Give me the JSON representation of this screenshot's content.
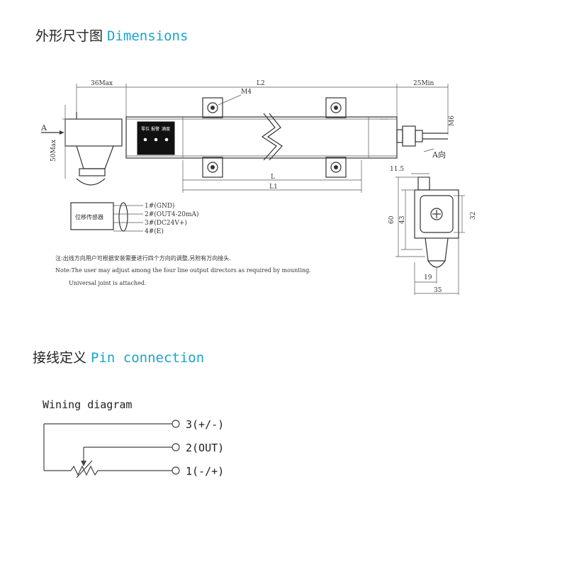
{
  "headings": {
    "dimensions_zh": "外形尺寸图",
    "dimensions_en": "Dimensions",
    "pin_zh": "接线定义",
    "pin_en": "Pin connection"
  },
  "dimensions": {
    "dim_36max": "36Max",
    "dim_l2": "L2",
    "dim_25min": "25Min",
    "dim_m4": "M4",
    "dim_m6": "M6",
    "dim_50max": "50Max",
    "dim_l": "L",
    "dim_l1": "L1",
    "arrow_a": "A",
    "arrow_a_dir": "A向",
    "panel_labels": [
      "零位",
      "报警",
      "满度"
    ],
    "side_11_5": "11.5",
    "side_60": "60",
    "side_43": "43",
    "side_32": "32",
    "side_19": "19",
    "side_35": "35",
    "sensor_box": "位移传感器",
    "pins": [
      "1#(GND)",
      "2#(OUT4-20mA)",
      "3#(DC24V+)",
      "4#(E)"
    ],
    "note_zh": "注:出线方向用户可根据安装需要进行四个方向的调整,另附有万向接头.",
    "note_en1": "Note:The user may adjust among the four line output directors as required by mounting.",
    "note_en2": "Universal joint is attached."
  },
  "wiring": {
    "title": "Wining diagram",
    "terminals": [
      "3(+/-)",
      "2(OUT)",
      "1(-/+)"
    ]
  }
}
